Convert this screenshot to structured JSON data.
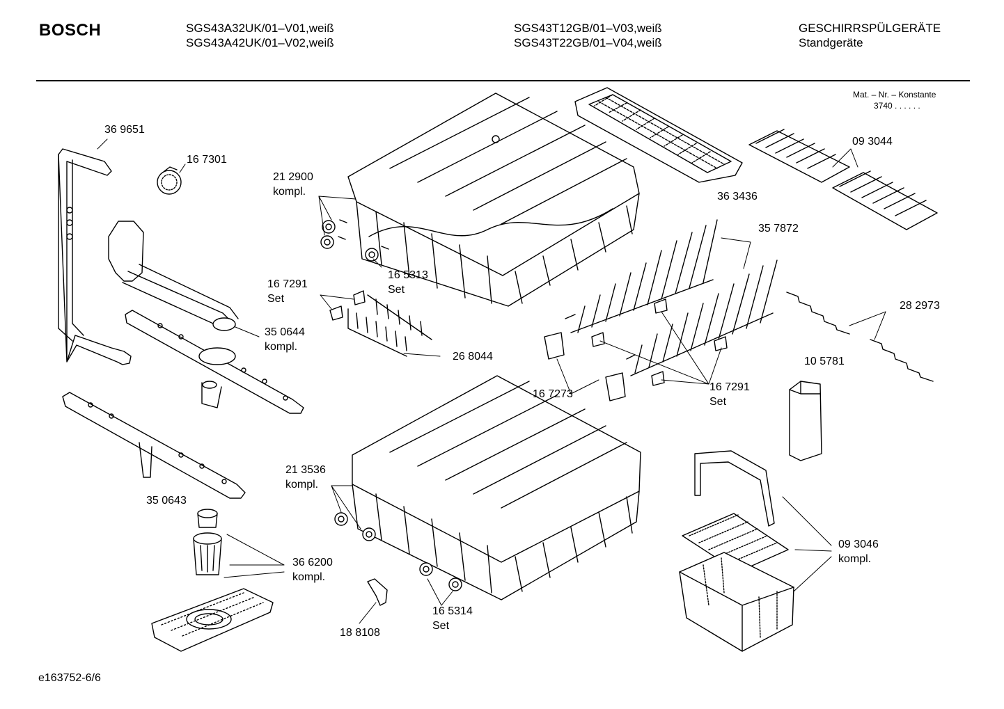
{
  "header": {
    "brand": "BOSCH",
    "models_col1": [
      "SGS43A32UK/01–V01,weiß",
      "SGS43A42UK/01–V02,weiß"
    ],
    "models_col2": [
      "SGS43T12GB/01–V03,weiß",
      "SGS43T22GB/01–V04,weiß"
    ],
    "category": [
      "GESCHIRRSPÜLGERÄTE",
      "Standgeräte"
    ]
  },
  "constant_note": {
    "label": "Mat. – Nr. – Konstante",
    "value": "3740 . . . . . ."
  },
  "callouts": [
    {
      "id": "369651",
      "lines": [
        "36 9651"
      ]
    },
    {
      "id": "167301",
      "lines": [
        "16 7301"
      ]
    },
    {
      "id": "212900",
      "lines": [
        "21 2900",
        "kompl."
      ]
    },
    {
      "id": "363436",
      "lines": [
        "36 3436"
      ]
    },
    {
      "id": "093044",
      "lines": [
        "09 3044"
      ]
    },
    {
      "id": "357872",
      "lines": [
        "35 7872"
      ]
    },
    {
      "id": "165313",
      "lines": [
        "16 5313",
        "Set"
      ]
    },
    {
      "id": "167291a",
      "lines": [
        "16 7291",
        "Set"
      ]
    },
    {
      "id": "282973",
      "lines": [
        "28 2973"
      ]
    },
    {
      "id": "350644",
      "lines": [
        "35 0644",
        "kompl."
      ]
    },
    {
      "id": "268044",
      "lines": [
        "26 8044"
      ]
    },
    {
      "id": "105781",
      "lines": [
        "10 5781"
      ]
    },
    {
      "id": "167273",
      "lines": [
        "16 7273"
      ]
    },
    {
      "id": "167291b",
      "lines": [
        "16 7291",
        "Set"
      ]
    },
    {
      "id": "213536",
      "lines": [
        "21 3536",
        "kompl."
      ]
    },
    {
      "id": "350643",
      "lines": [
        "35 0643"
      ]
    },
    {
      "id": "093046",
      "lines": [
        "09 3046",
        "kompl."
      ]
    },
    {
      "id": "366200",
      "lines": [
        "36 6200",
        "kompl."
      ]
    },
    {
      "id": "165314",
      "lines": [
        "16 5314",
        "Set"
      ]
    },
    {
      "id": "188108",
      "lines": [
        "18 8108"
      ]
    }
  ],
  "footer": {
    "code": "e163752-6/6"
  }
}
